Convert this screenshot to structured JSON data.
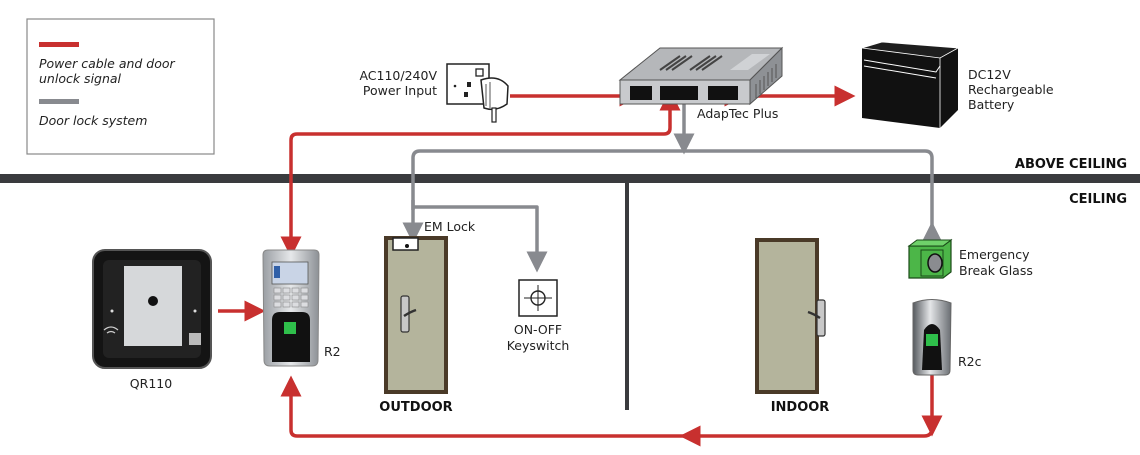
{
  "legend": {
    "items": [
      {
        "label_line1": "Power cable and door",
        "label_line2": "unlock signal",
        "color": "#c8302f"
      },
      {
        "label_line1": "Door lock system",
        "label_line2": "",
        "color": "#888a8f"
      }
    ]
  },
  "zones": {
    "above_ceiling": "ABOVE CEILING",
    "ceiling": "CEILING",
    "outdoor": "OUTDOOR",
    "indoor": "INDOOR"
  },
  "devices": {
    "power_input": {
      "line1": "AC110/240V",
      "line2": "Power Input"
    },
    "adaptec": {
      "label": "AdapTec Plus"
    },
    "battery": {
      "line1": "DC12V",
      "line2": "Rechargeable",
      "line3": "Battery"
    },
    "em_lock": {
      "label": "EM Lock"
    },
    "keyswitch": {
      "line1": "ON-OFF",
      "line2": "Keyswitch"
    },
    "break_glass": {
      "line1": "Emergency",
      "line2": "Break Glass"
    },
    "qr110": {
      "label": "QR110"
    },
    "r2": {
      "label": "R2"
    },
    "r2c": {
      "label": "R2c"
    }
  },
  "colors": {
    "power": "#c8302f",
    "lock": "#888a8f",
    "ceiling": "#3a3b3e",
    "door": "#b4b49c",
    "door_frame": "#4a3a28",
    "break_glass": "#4cb648"
  }
}
